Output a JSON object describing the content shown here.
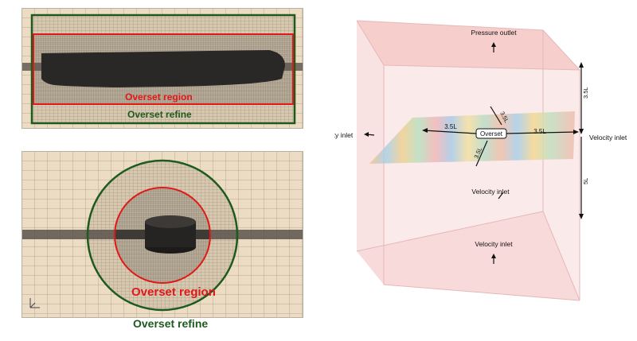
{
  "top_panel": {
    "region_label": "Overset region",
    "refine_label": "Overset refine"
  },
  "bottom_panel": {
    "region_label": "Overset region",
    "refine_label": "Overset refine"
  },
  "domain": {
    "top_label": "Pressure outlet",
    "left_label": "Velocity inlet",
    "right_label": "Velocity inlet",
    "front_label": "Velocity inlet",
    "bottom_label": "Velocity inlet",
    "overset_label": "Overset",
    "dim_left": "3.5L",
    "dim_right": "3.5L",
    "dim_front": "3.5L",
    "dim_back": "3.5L",
    "dim_up": "3.5L",
    "dim_down": "5L"
  },
  "colors": {
    "region": "#e01818",
    "refine": "#1e5a1e",
    "mesh_bg": "#efe0c8",
    "box_fill": "#f4c6c6"
  }
}
